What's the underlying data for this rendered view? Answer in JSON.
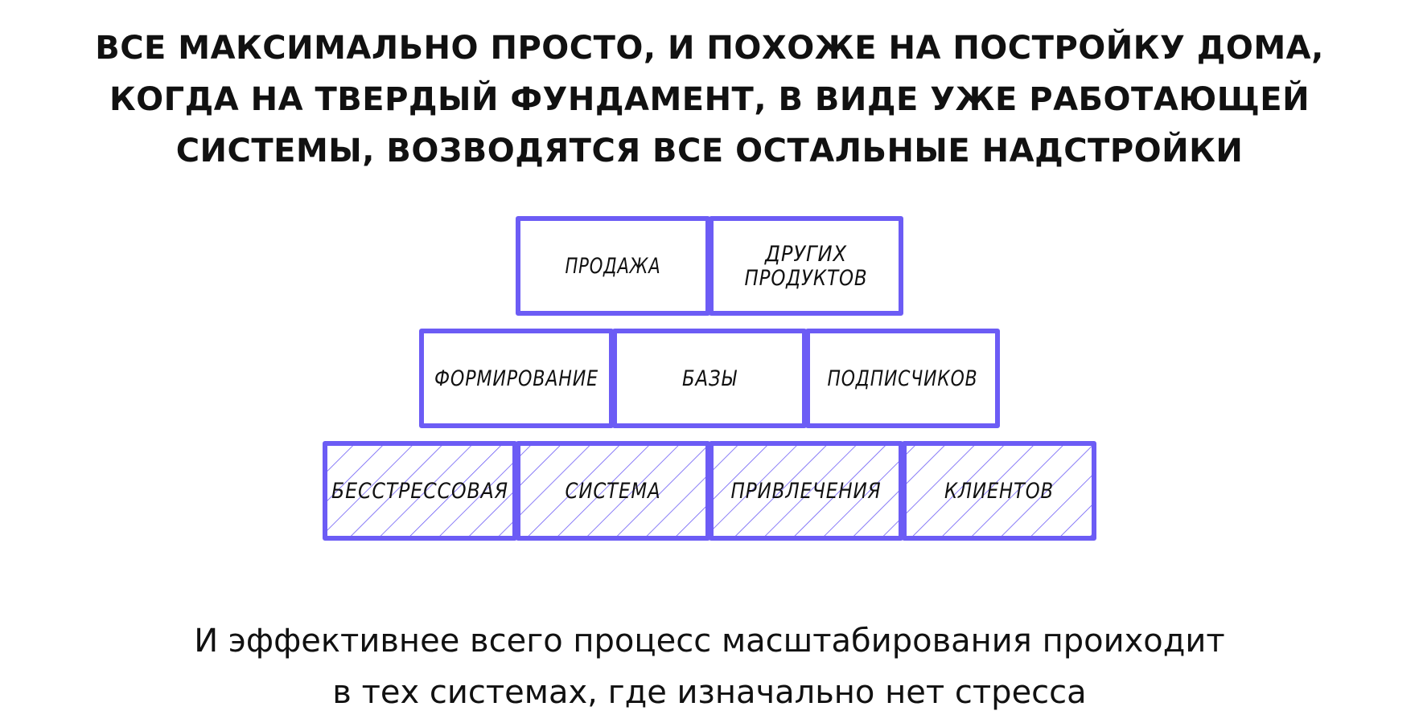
{
  "headline": {
    "lines": [
      "ВСЕ МАКСИМАЛЬНО ПРОСТО, И ПОХОЖЕ НА ПОСТРОЙКУ ДОМА,",
      "КОГДА НА ТВЕРДЫЙ ФУНДАМЕНТ, В ВИДЕ УЖЕ РАБОТАЮЩЕЙ",
      "СИСТЕМЫ, ВОЗВОДЯТСЯ ВСЕ ОСТАЛЬНЫЕ НАДСТРОЙКИ"
    ]
  },
  "pyramid": {
    "accent_color": "#6c5cf5",
    "rows": [
      {
        "style": "plain",
        "bricks": [
          {
            "lines": [
              "ПРОДАЖА"
            ]
          },
          {
            "lines": [
              "ДРУГИХ",
              "ПРОДУКТОВ"
            ]
          }
        ]
      },
      {
        "style": "plain",
        "bricks": [
          {
            "lines": [
              "ФОРМИРОВАНИЕ"
            ]
          },
          {
            "lines": [
              "БАЗЫ"
            ]
          },
          {
            "lines": [
              "ПОДПИСЧИКОВ"
            ]
          }
        ]
      },
      {
        "style": "hatched",
        "bricks": [
          {
            "lines": [
              "БЕССТРЕССОВАЯ"
            ]
          },
          {
            "lines": [
              "СИСТЕМА"
            ]
          },
          {
            "lines": [
              "ПРИВЛЕЧЕНИЯ"
            ]
          },
          {
            "lines": [
              "КЛИЕНТОВ"
            ]
          }
        ]
      }
    ]
  },
  "caption": {
    "lines": [
      "И эффективнее всего процесс масштабирования проиходит",
      "в тех системах, где изначально нет стресса"
    ]
  }
}
